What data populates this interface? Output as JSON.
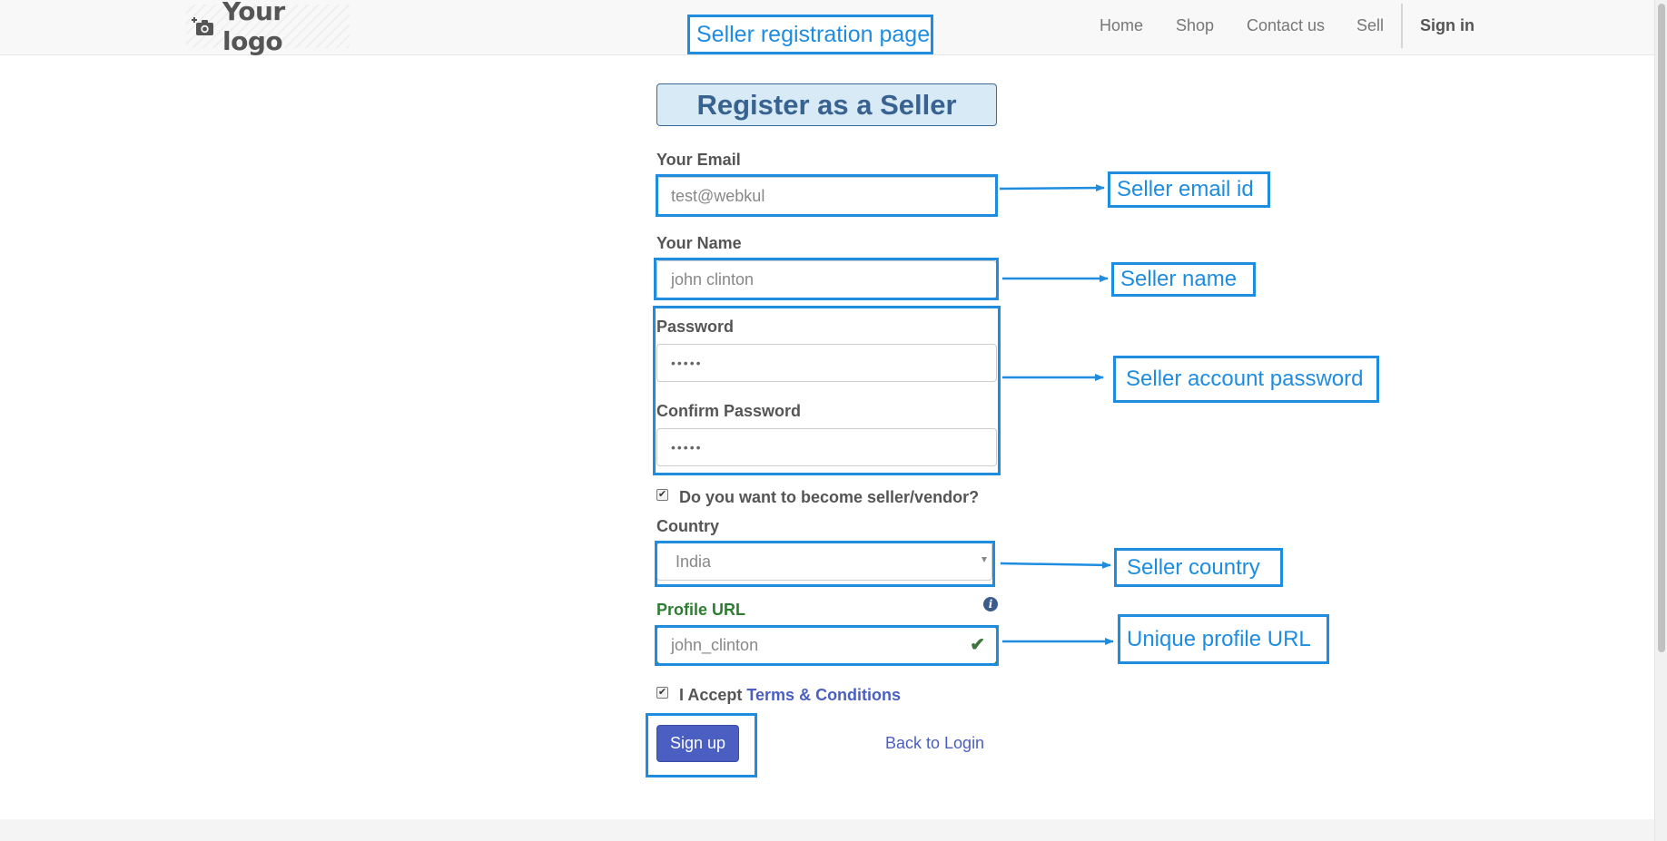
{
  "nav": {
    "logo_text": "Your logo",
    "items": [
      "Home",
      "Shop",
      "Contact us",
      "Sell"
    ],
    "signin": "Sign in"
  },
  "form": {
    "title": "Register as a Seller",
    "email_label": "Your Email",
    "email_value": "test@webkul",
    "name_label": "Your Name",
    "name_value": "john clinton",
    "password_label": "Password",
    "password_value": "•••••",
    "confirm_label": "Confirm Password",
    "confirm_value": "•••••",
    "seller_checkbox_label": "Do you want to become seller/vendor?",
    "seller_checked": true,
    "country_label": "Country",
    "country_value": "India",
    "profile_url_label": "Profile URL",
    "profile_url_value": "john_clinton",
    "terms_prefix": "I Accept",
    "terms_link": "Terms & Conditions",
    "terms_checked": true,
    "signup_button": "Sign up",
    "back_link": "Back to Login"
  },
  "annotations": {
    "page_title": "Seller registration page",
    "email": "Seller email id",
    "name": "Seller name",
    "password": "Seller account password",
    "country": "Seller country",
    "profile_url": "Unique profile URL"
  },
  "colors": {
    "annotation": "#1e8de0",
    "primary_button": "#4a5fc1",
    "title_bg": "#d9eaf7",
    "success": "#3c763d"
  },
  "icons": {
    "logo": "camera-plus-icon",
    "select": "caret-down-icon",
    "valid": "checkmark-icon",
    "info": "info-circle-icon"
  }
}
